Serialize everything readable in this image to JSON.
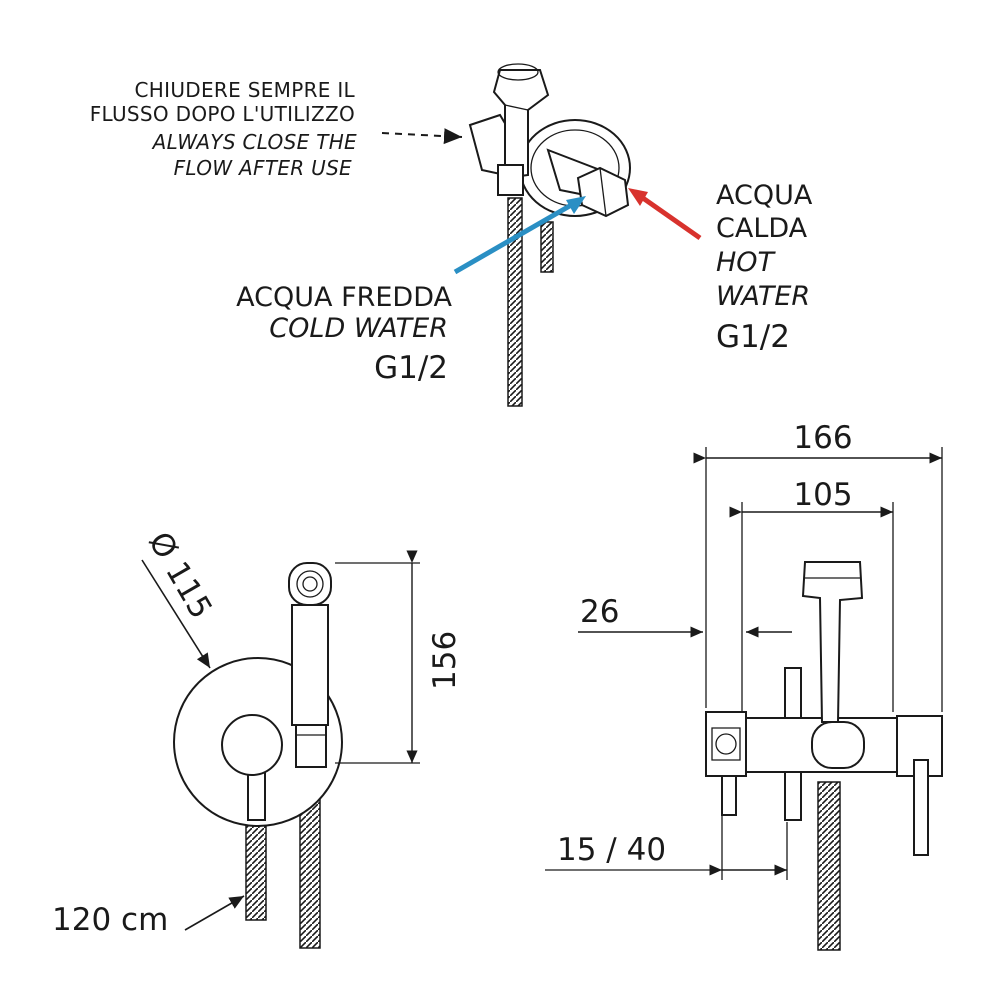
{
  "notes": {
    "close_it_1": "CHIUDERE SEMPRE IL",
    "close_it_2": "FLUSSO DOPO L'UTILIZZO",
    "close_en_1": "ALWAYS CLOSE THE",
    "close_en_2": "FLOW AFTER  USE"
  },
  "cold": {
    "it": "ACQUA FREDDA",
    "en": "COLD WATER",
    "size": "G1/2"
  },
  "hot": {
    "it_1": "ACQUA",
    "it_2": "CALDA",
    "en_1": "HOT",
    "en_2": "WATER",
    "size": "G1/2"
  },
  "dims": {
    "diameter": "Ø 115",
    "height": "156",
    "hose": "120 cm",
    "total_width": "166",
    "inner_width": "105",
    "depth_small": "26",
    "wall_range": "15 / 40"
  },
  "colors": {
    "cold_arrow": "#2a8fc4",
    "hot_arrow": "#d8322d",
    "line": "#1a1a1a"
  }
}
